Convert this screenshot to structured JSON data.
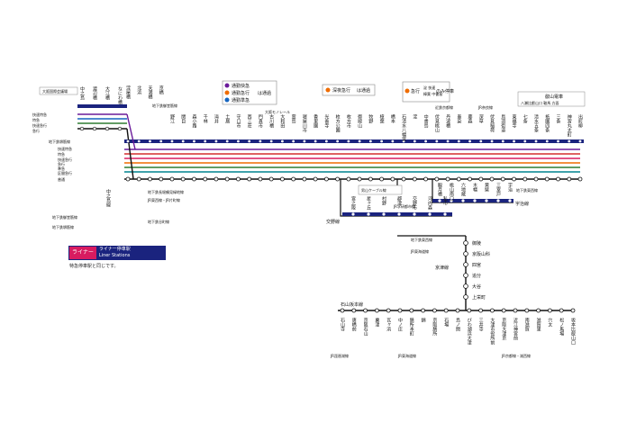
{
  "colors": {
    "keihan_blue": "#1a237e",
    "express_orange": "#ef6c00",
    "rapid_express_purple": "#6a1b9a",
    "commuter_rapid": "#1565c0",
    "limited_red": "#d32f2f",
    "semi_express_green": "#2e7d32",
    "local_gray": "#111111",
    "liner_pink": "#d81b60",
    "sub_express_teal": "#00838f"
  },
  "legend": {
    "top_left_label": "大阪国際会議場",
    "rapid_express": "通勤快急",
    "commuter_express": "通勤急行",
    "commuter_semi": "通勤準急",
    "pass_note": "は通過",
    "midnight_express": "深夜急行",
    "midnight_pass": "は通過",
    "express_box_label": "急行",
    "express_stop_note": "のみ停車",
    "express_sub1": "淀 快速",
    "express_sub2": "樟葉 中書島"
  },
  "lines": {
    "nakanoshima": "中之島線",
    "uji": "宇治線",
    "katano": "交野線",
    "keishin": "京津線",
    "ishiyama": "石山坂本線",
    "otokoyama": "男山ケーブル線",
    "eizan": "叡山電車",
    "eizan_sub": "八瀬比叡山口 鞍馬 方面"
  },
  "branch_terminals": {
    "katano": "交野線",
    "uji": "宇治線",
    "hachiman": "八幡市"
  },
  "trunk_stations": [
    "淀屋橋",
    "北浜",
    "天満橋",
    "京橋",
    "野江",
    "関目",
    "森小路",
    "千林",
    "滝井",
    "土居",
    "守口市",
    "西三荘",
    "門真市",
    "古川橋",
    "大和田",
    "萱島",
    "寝屋川市",
    "香里園",
    "光善寺",
    "枚方公園",
    "枚方市",
    "御殿山",
    "牧野",
    "樟葉",
    "橋本",
    "石清水八幡宮",
    "淀",
    "中書島",
    "伏見桃山",
    "丹波橋",
    "墨染",
    "藤森",
    "深草",
    "伏見稲荷",
    "鳥羽街道",
    "東福寺",
    "七条",
    "清水五条",
    "祇園四条",
    "三条",
    "神宮丸太町",
    "出町柳"
  ],
  "nakanoshima_stations": [
    "中之島",
    "渡辺橋",
    "大江橋",
    "なにわ橋"
  ],
  "katano_stations": [
    "宮之阪",
    "星ヶ丘",
    "村野",
    "郡津",
    "交野市",
    "河内森",
    "私市"
  ],
  "uji_stations": [
    "観月橋",
    "桃山南口",
    "六地蔵",
    "木幡",
    "黄檗",
    "三室戸",
    "宇治"
  ],
  "keishin_stations": [
    "御陵",
    "京阪山科",
    "四宮",
    "追分",
    "大谷",
    "上栄町"
  ],
  "ishiyama_stations": [
    "石山寺",
    "唐橋前",
    "京阪石山",
    "粟津",
    "瓦ヶ浜",
    "中ノ庄",
    "膳所本町",
    "錦",
    "京阪膳所",
    "石場",
    "島ノ関",
    "びわ湖浜大津",
    "三井寺",
    "大津市役所前",
    "京阪大津京",
    "近江神宮前",
    "南滋賀",
    "滋賀里",
    "穴太",
    "松ノ馬場",
    "坂本比叡山口"
  ],
  "transfers": {
    "t1": "地下鉄御堂筋線",
    "t2": "大阪モノレール",
    "t3": "地下鉄長堀鶴見緑地線",
    "t4": "JR学研都市線",
    "t5": "地下鉄谷町線",
    "t6": "JR東西線・JR片町線",
    "t7": "地下鉄堺筋線",
    "t8": "JR京都線・東海道線",
    "t9": "近鉄京都線",
    "t10": "JR奈良線",
    "t11": "地下鉄東西線",
    "t12": "地下鉄烏丸線",
    "t13": "JR東海道線",
    "t14": "JR京都線・湖西線",
    "t15": "JR琵琶湖線"
  },
  "service_labels": [
    "快速特急",
    "特急",
    "快速急行",
    "急行",
    "準急",
    "区間急行",
    "普通"
  ],
  "liner": {
    "tag": "ライナー",
    "name": "ライナー停車駅",
    "name_en": "Liner Stations",
    "note": "特急停車駅と同じです。"
  }
}
